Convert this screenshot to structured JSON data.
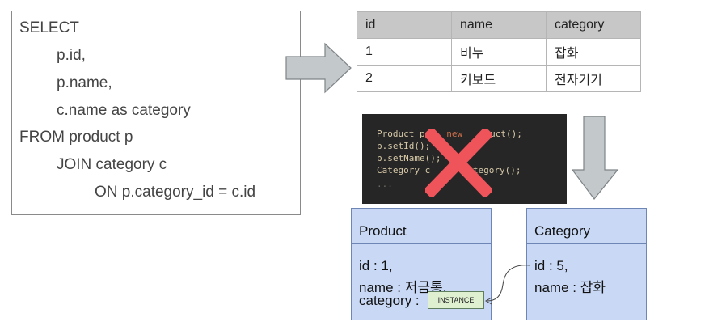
{
  "sql": {
    "lines": [
      "SELECT",
      "p.id,",
      "p.name,",
      "c.name as category",
      "FROM product p",
      "JOIN category c",
      "ON p.category_id = c.id"
    ]
  },
  "result_table": {
    "columns": [
      "id",
      "name",
      "category"
    ],
    "rows": [
      [
        "1",
        "비누",
        "잡화"
      ],
      [
        "2",
        "키보드",
        "전자기기"
      ]
    ]
  },
  "code": {
    "line1": {
      "a": "Product p",
      "b": "new",
      "c": "uct();"
    },
    "line2": "p.setId();",
    "line3": "p.setName();",
    "line4": {
      "a": "Category c",
      "b": "ategory();"
    },
    "line5": "..."
  },
  "product_entity": {
    "title": "Product",
    "id_label": "id : 1,",
    "name_label": "name : 저금통,",
    "category_label": "category :",
    "instance_label": "INSTANCE"
  },
  "category_entity": {
    "title": "Category",
    "id_label": "id : 5,",
    "name_label": "name : 잡화"
  },
  "colors": {
    "entity_fill": "#c8d8f5",
    "cross": "#f0545b",
    "arrow": "#c3c8cb",
    "code_bg": "#262626"
  }
}
